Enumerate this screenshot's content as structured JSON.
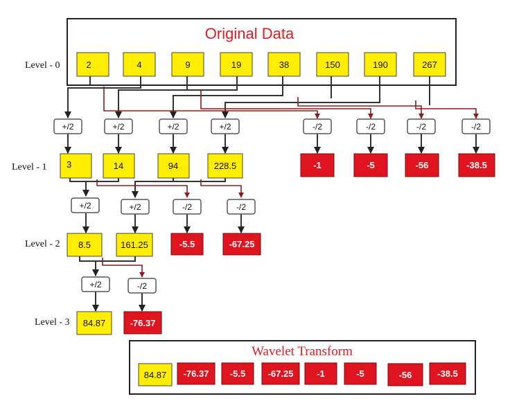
{
  "title": "Original Data",
  "levels": [
    "Level - 0",
    "Level - 1",
    "Level - 2",
    "Level - 3"
  ],
  "original_values": [
    "2",
    "4",
    "9",
    "19",
    "38",
    "150",
    "190",
    "267"
  ],
  "op_plus": "+/2",
  "op_minus": "-/2",
  "level1_averages": [
    "3",
    "14",
    "94",
    "228.5"
  ],
  "level1_details": [
    "-1",
    "-5",
    "-56",
    "-38.5"
  ],
  "level2_averages": [
    "8.5",
    "161.25"
  ],
  "level2_details": [
    "-5.5",
    "-67.25"
  ],
  "level3_average": "84.87",
  "level3_detail": "-76.37",
  "wavelet_title": "Wavelet Transform",
  "wavelet_values": [
    "84.87",
    "-76.37",
    "-5.5",
    "-67.25",
    "-1",
    "-5",
    "-56",
    "-38.5"
  ],
  "colors": {
    "average_fill": "#ffee00",
    "detail_fill": "#e0141e",
    "title_red": "#e31b23"
  }
}
